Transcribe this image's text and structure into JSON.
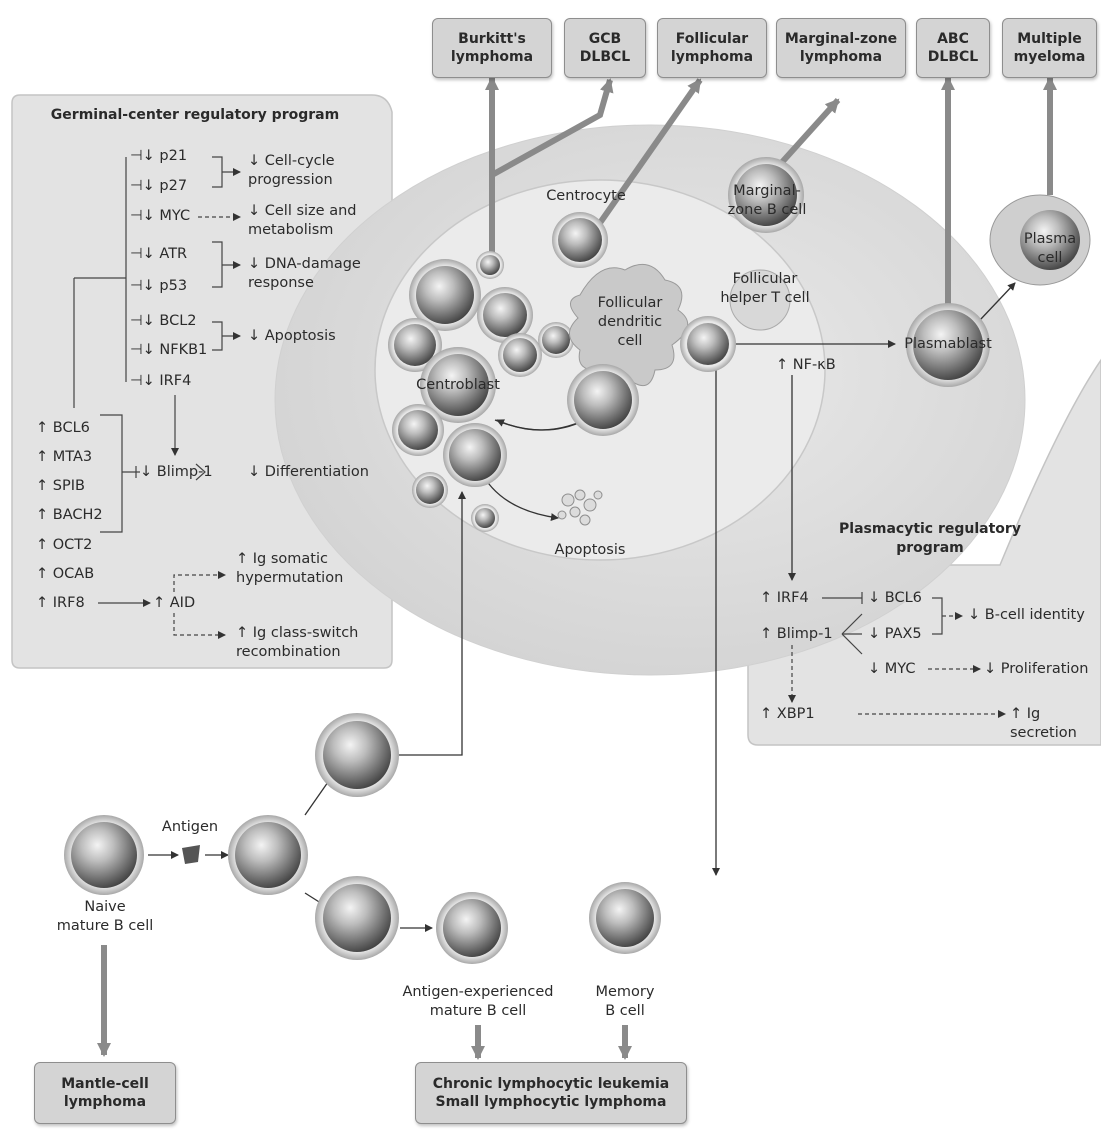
{
  "diagram": {
    "lymphomas": {
      "burkitt": "Burkitt's\nlymphoma",
      "gcb_dlbcl": "GCB\nDLBCL",
      "follicular": "Follicular\nlymphoma",
      "marginal_zone": "Marginal-zone\nlymphoma",
      "abc_dlbcl": "ABC\nDLBCL",
      "multiple_myeloma": "Multiple\nmyeloma",
      "mantle_cell": "Mantle-cell\nlymphoma",
      "cll": "Chronic lymphocytic leukemia\nSmall lymphocytic lymphoma"
    },
    "germinal_center_program": {
      "title": "Germinal-center regulatory program",
      "targets": [
        "p21",
        "p27",
        "MYC",
        "ATR",
        "p53",
        "BCL2",
        "NFKB1",
        "IRF4"
      ],
      "effects": [
        "Cell-cycle\nprogression",
        "Cell size and\nmetabolism",
        "DNA-damage\nresponse",
        "Apoptosis"
      ],
      "regulators": [
        "BCL6",
        "MTA3",
        "SPIB",
        "BACH2",
        "OCT2",
        "OCAB",
        "IRF8"
      ],
      "blimp": "Blimp-1",
      "differentiation": "Differentiation",
      "aid": "AID",
      "ig_shm": "Ig somatic\nhypermutation",
      "ig_csr": "Ig class-switch\nrecombination"
    },
    "cells": {
      "centrocyte": "Centrocyte",
      "follicular_dendritic": "Follicular\ndendritic\ncell",
      "centroblast": "Centroblast",
      "apoptosis": "Apoptosis",
      "marginal_zone_b": "Marginal-\nzone B cell",
      "tfh": "Follicular\nhelper T cell",
      "plasmablast": "Plasmablast",
      "plasma": "Plasma\ncell",
      "nfkb": "NF-κB",
      "antigen": "Antigen",
      "naive": "Naive\nmature B cell",
      "antigen_experienced": "Antigen-experienced\nmature B cell",
      "memory": "Memory\nB cell"
    },
    "plasmacytic_program": {
      "title": "Plasmacytic regulatory\nprogram",
      "irf4": "IRF4",
      "blimp": "Blimp-1",
      "xbp1": "XBP1",
      "bcl6": "BCL6",
      "pax5": "PAX5",
      "myc": "MYC",
      "bcell_identity": "B-cell identity",
      "proliferation": "Proliferation",
      "ig_secretion": "Ig secretion"
    },
    "symbols": {
      "up": "↑",
      "down": "↓"
    },
    "colors": {
      "box_fill": "#d4d4d4",
      "panel_fill": "#e6e6e6",
      "follicle_fill": "#dedede",
      "arrow": "#8a8a8a",
      "line": "#444444"
    }
  }
}
